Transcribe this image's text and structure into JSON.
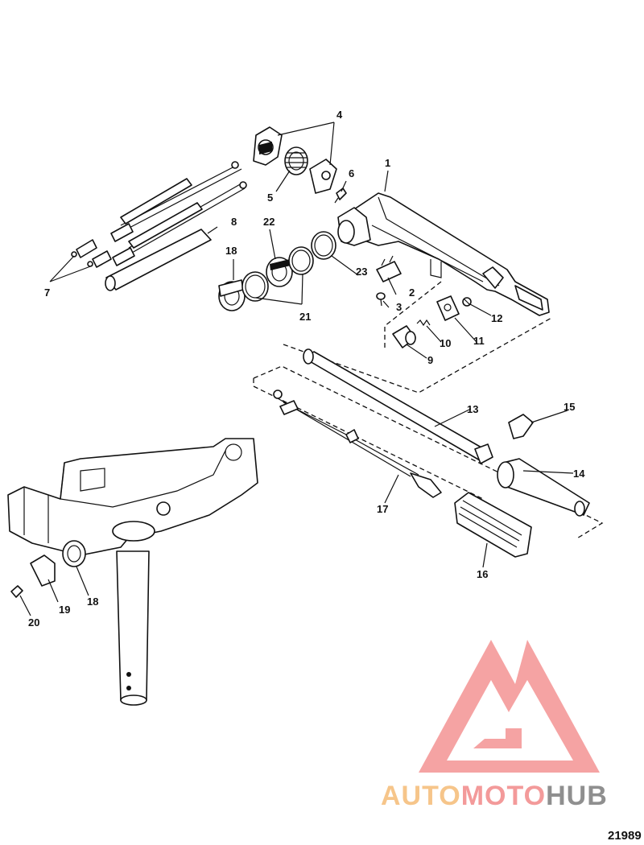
{
  "callouts": [
    {
      "id": "1",
      "text": "1"
    },
    {
      "id": "2",
      "text": "2"
    },
    {
      "id": "3",
      "text": "3"
    },
    {
      "id": "4",
      "text": "4"
    },
    {
      "id": "5",
      "text": "5"
    },
    {
      "id": "6",
      "text": "6"
    },
    {
      "id": "7",
      "text": "7"
    },
    {
      "id": "8",
      "text": "8"
    },
    {
      "id": "9",
      "text": "9"
    },
    {
      "id": "10",
      "text": "10"
    },
    {
      "id": "11",
      "text": "11"
    },
    {
      "id": "12",
      "text": "12"
    },
    {
      "id": "13",
      "text": "13"
    },
    {
      "id": "14",
      "text": "14"
    },
    {
      "id": "15",
      "text": "15"
    },
    {
      "id": "16",
      "text": "16"
    },
    {
      "id": "17",
      "text": "17"
    },
    {
      "id": "18a",
      "text": "18"
    },
    {
      "id": "18b",
      "text": "18"
    },
    {
      "id": "19",
      "text": "19"
    },
    {
      "id": "20",
      "text": "20"
    },
    {
      "id": "21",
      "text": "21"
    },
    {
      "id": "22",
      "text": "22"
    },
    {
      "id": "23",
      "text": "23"
    }
  ],
  "watermark": {
    "part1": "AUTO",
    "part2": "MOTO",
    "part3": "HUB",
    "colors": {
      "auto": "#f6c58a",
      "moto": "#f39a9a",
      "hub": "#8f8f8f",
      "logo": "#f59a9a"
    }
  },
  "diagram_code": "21989"
}
